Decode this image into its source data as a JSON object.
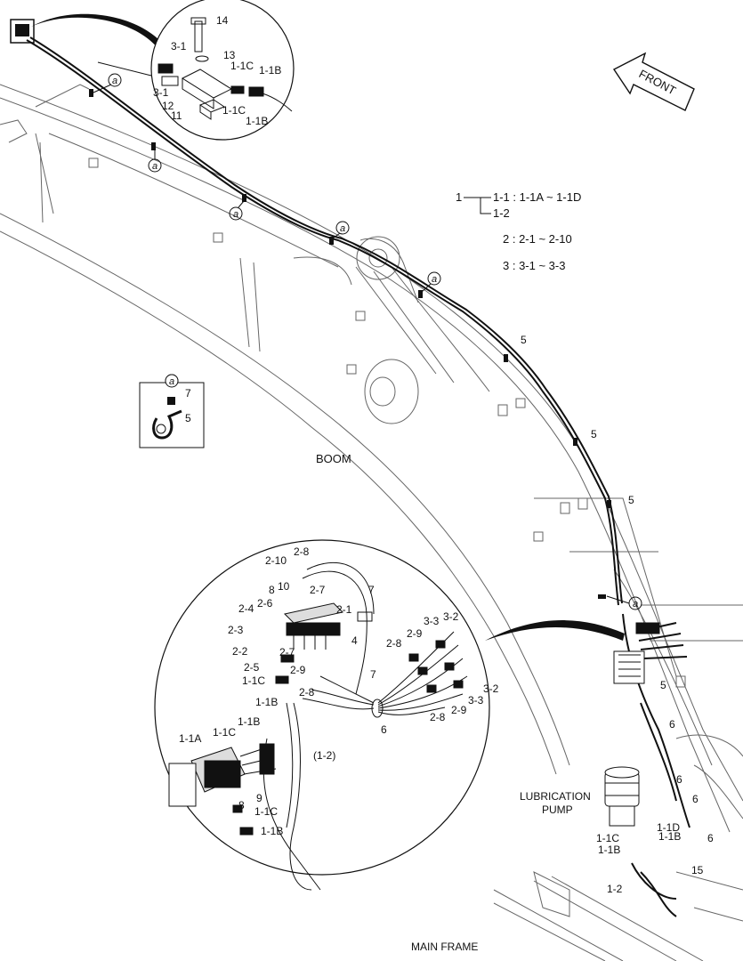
{
  "labels": {
    "boom": "BOOM",
    "lubrication_pump": "LUBRICATION",
    "lubrication_pump_2": "PUMP",
    "main_frame": "MAIN FRAME",
    "front": "FRONT",
    "clamp_ref": "a"
  },
  "legend": {
    "l1_num": "1",
    "l1_a": "1-1 : 1-1A ~ 1-1D",
    "l1_b": "1-2",
    "l2": "2 : 2-1 ~ 2-10",
    "l3": "3 : 3-1 ~ 3-3"
  },
  "top_detail": {
    "p14": "14",
    "p13": "13",
    "p3_1a": "3-1",
    "p3_1b": "3-1",
    "p12": "12",
    "p11": "11",
    "p1_1c_a": "1-1C",
    "p1_1c_b": "1-1C",
    "p1_1b_a": "1-1B",
    "p1_1b_b": "1-1B"
  },
  "clamp_detail": {
    "p7": "7",
    "p5": "5"
  },
  "boom_parts": {
    "p5_a": "5",
    "p5_b": "5",
    "p5_c": "5",
    "p5_d": "5",
    "p6_a": "6",
    "p6_b": "6",
    "p6_c": "6",
    "p6_d": "6",
    "p1_1d": "1-1D",
    "p1_1c": "1-1C",
    "p1_1b_r": "1-1B",
    "p1_1b_l": "1-1B",
    "p15": "15",
    "p1_2": "1-2"
  },
  "circle_detail": {
    "p2_10": "2-10",
    "p2_8a": "2-8",
    "p8a": "8",
    "p10": "10",
    "p2_7a": "2-7",
    "p2_6": "2-6",
    "p2_4": "2-4",
    "p2_1": "2-1",
    "p7a": "7",
    "p2_3": "2-3",
    "p2_2": "2-2",
    "p2_7b": "2-7",
    "p4": "4",
    "p2_5": "2-5",
    "p2_9a": "2-9",
    "p1_1c_a": "1-1C",
    "p2_8b": "2-8",
    "p3_3a": "3-3",
    "p3_2a": "3-2",
    "p2_9b": "2-9",
    "p2_8c": "2-8",
    "p7b": "7",
    "p3_2b": "3-2",
    "p3_3b": "3-3",
    "p2_8d": "2-8",
    "p2_9c": "2-9",
    "p6": "6",
    "p1_1b_a": "1-1B",
    "p1_1a": "1-1A",
    "p1_1c_b": "1-1C",
    "p1_1b_b": "1-1B",
    "p1_2": "(1-2)",
    "p8b": "8",
    "p9": "9",
    "p1_1c_c": "1-1C",
    "p1_1b_c": "1-1B"
  }
}
